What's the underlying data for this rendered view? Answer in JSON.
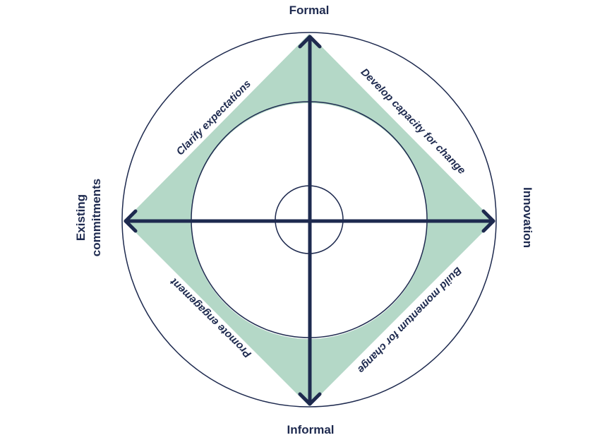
{
  "axes": {
    "top": "Formal",
    "bottom": "Informal",
    "left_line1": "Existing",
    "left_line2": "commitments",
    "right": "Innovation"
  },
  "quadrants": {
    "top_left": "Clarify expectations",
    "top_right": "Develop capacity for change",
    "bottom_left": "Promote engagement",
    "bottom_right": "Build momentum for change"
  },
  "colors": {
    "ink": "#1e2a4f",
    "fill": "#b4d8c7",
    "background": "#ffffff"
  }
}
